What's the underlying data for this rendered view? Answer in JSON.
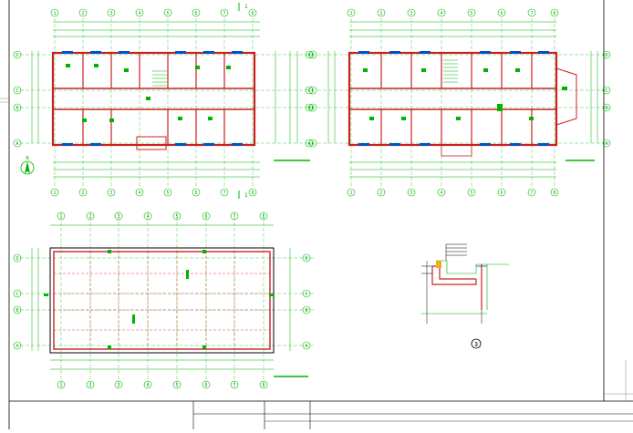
{
  "colors": {
    "background": "#ffffff",
    "axis_green": "#00b400",
    "wall_red": "#cc2020",
    "grid_red": "#e04040",
    "text_blue": "#0050c8",
    "frame": "#000000",
    "gray": "#888888"
  },
  "plans": {
    "first_floor": {
      "column_axes": [
        "1",
        "2",
        "3",
        "4",
        "5",
        "6",
        "7",
        "8"
      ],
      "row_axes": [
        "D",
        "C",
        "B",
        "A"
      ],
      "section_markers": [
        "1",
        "1"
      ],
      "detail_marker": "3"
    },
    "second_floor": {
      "column_axes": [
        "1",
        "2",
        "3",
        "4",
        "5",
        "6",
        "7",
        "8"
      ],
      "row_axes": [
        "D",
        "C",
        "B",
        "A"
      ]
    },
    "roof": {
      "column_axes": [
        "1",
        "2",
        "3",
        "4",
        "5",
        "6",
        "7",
        "8"
      ],
      "row_axes": [
        "D",
        "C",
        "B",
        "A"
      ]
    }
  },
  "detail": {
    "marker": "3"
  },
  "north_arrow": {
    "label": "N"
  }
}
